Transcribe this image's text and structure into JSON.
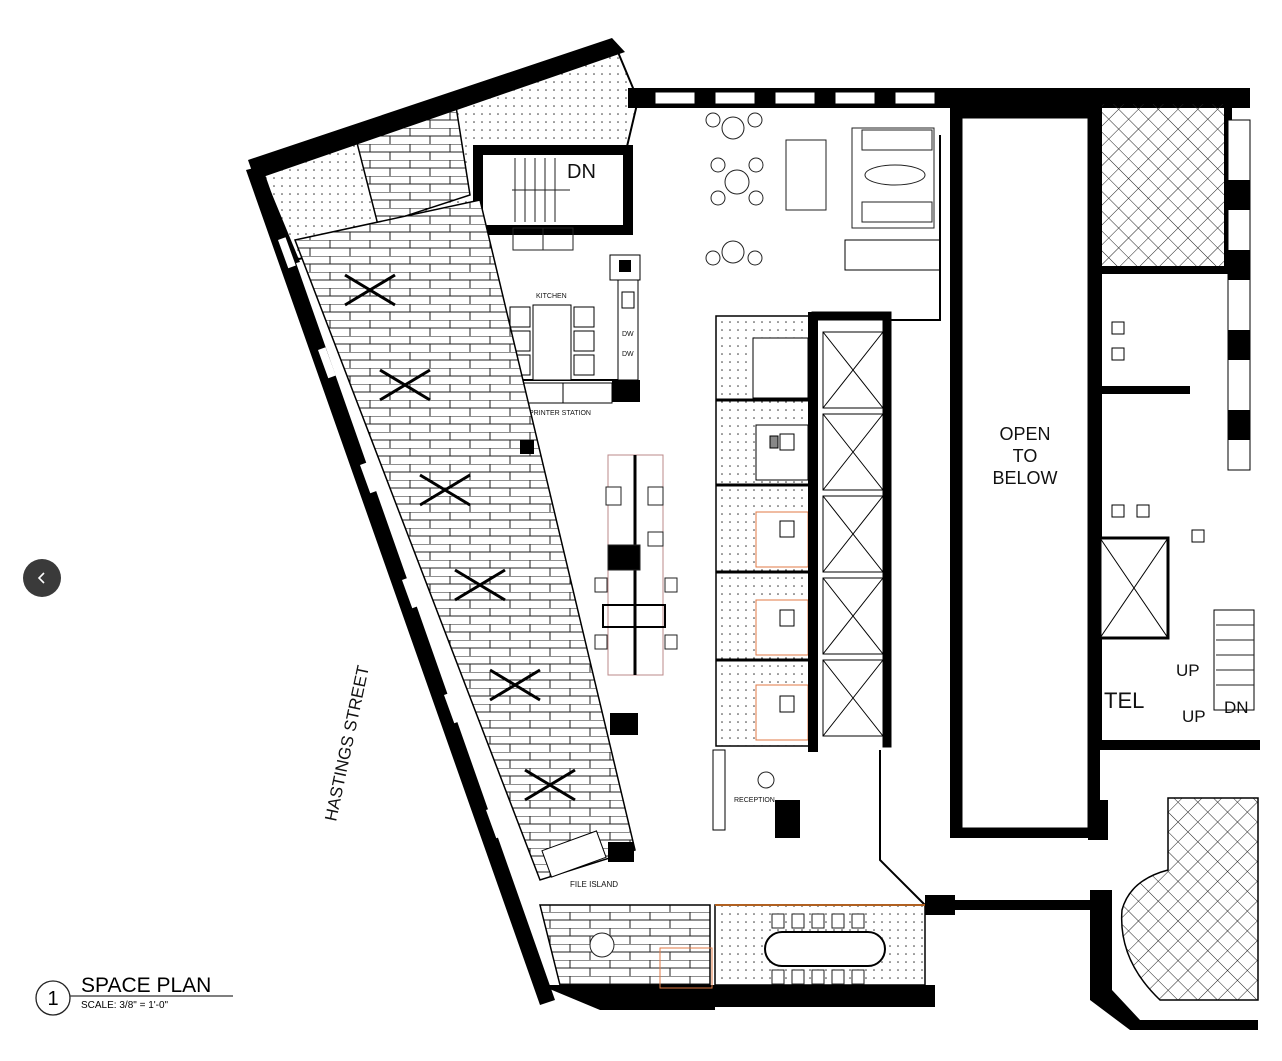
{
  "drawing": {
    "number": "1",
    "title": "SPACE PLAN",
    "scale": "SCALE: 3/8\" = 1'-0\""
  },
  "navigation": {
    "prev_button_icon": "chevron-left-icon"
  },
  "street_label": "HASTINGS STREET",
  "rooms": {
    "open_to_below": [
      "OPEN",
      "TO",
      "BELOW"
    ],
    "kitchen": "KITCHEN",
    "printer_station": "PRINTER STATION",
    "reception": "RECEPTION",
    "file_island": "FILE ISLAND",
    "tel": "TEL"
  },
  "stairs": {
    "north_stair": "DN",
    "east_up_1": "UP",
    "east_up_2": "UP",
    "east_dn": "DN"
  },
  "appliances": {
    "dw1": "DW",
    "dw2": "DW"
  },
  "colors": {
    "wall": "#000000",
    "line": "#222222",
    "accent_orange": "#e07a45",
    "nav_button": "#3a3a3a"
  }
}
